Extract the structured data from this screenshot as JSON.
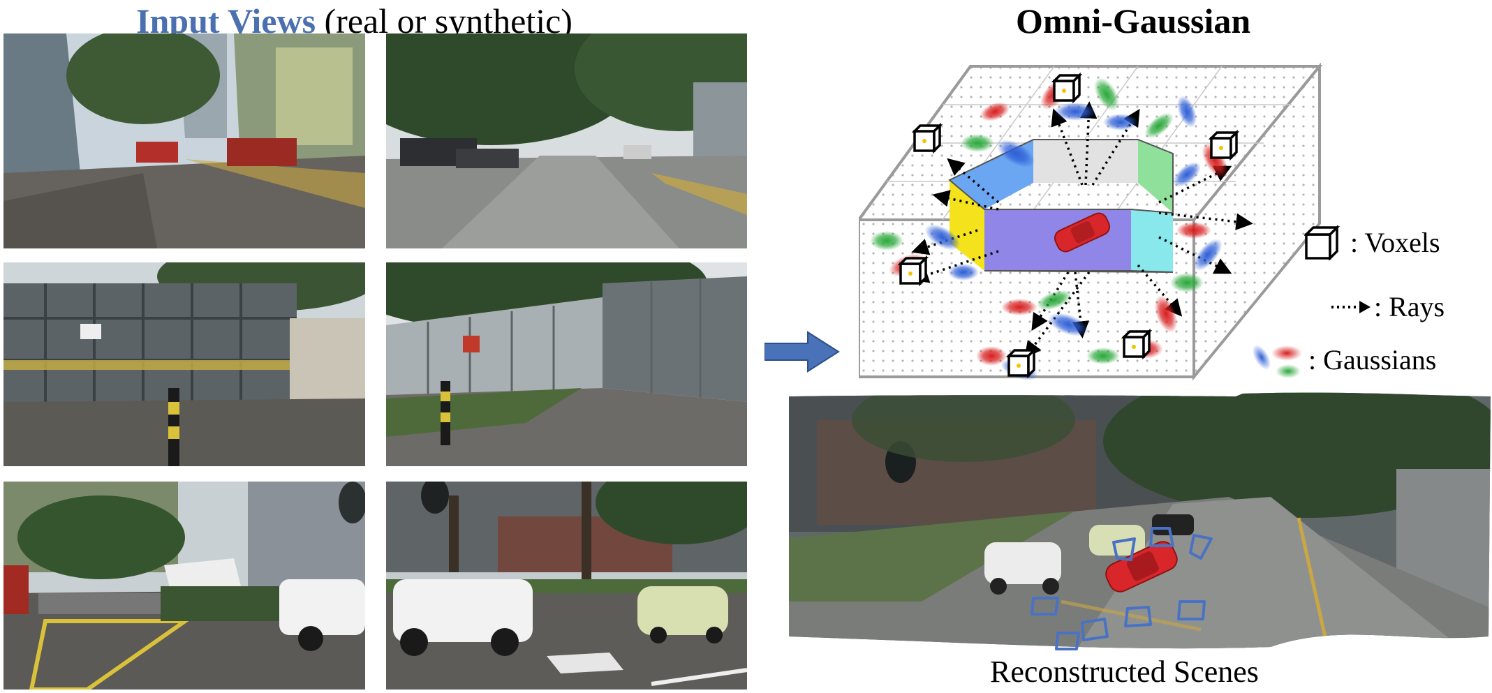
{
  "left_title": {
    "accent": "Input Views",
    "rest": " (real or synthetic)"
  },
  "right_title": "Omni-Gaussian",
  "legend": {
    "voxels": ": Voxels",
    "rays": ": Rays",
    "gaussians": ": Gaussians"
  },
  "caption": "Reconstructed Scenes",
  "colors": {
    "accent_blue": "#4a70b0",
    "arrow_blue": "#4a72b8",
    "gaussian_red": "#d81e1e",
    "gaussian_blue": "#2f5fd6",
    "gaussian_green": "#2aa83a",
    "camera_blue": "#4a72c4",
    "car_red": "#d8262a"
  },
  "input_views": [
    {
      "name": "view-street-buildings"
    },
    {
      "name": "view-road-ahead"
    },
    {
      "name": "view-fence-left"
    },
    {
      "name": "view-fence-right"
    },
    {
      "name": "view-intersection"
    },
    {
      "name": "view-parked-cars"
    }
  ]
}
